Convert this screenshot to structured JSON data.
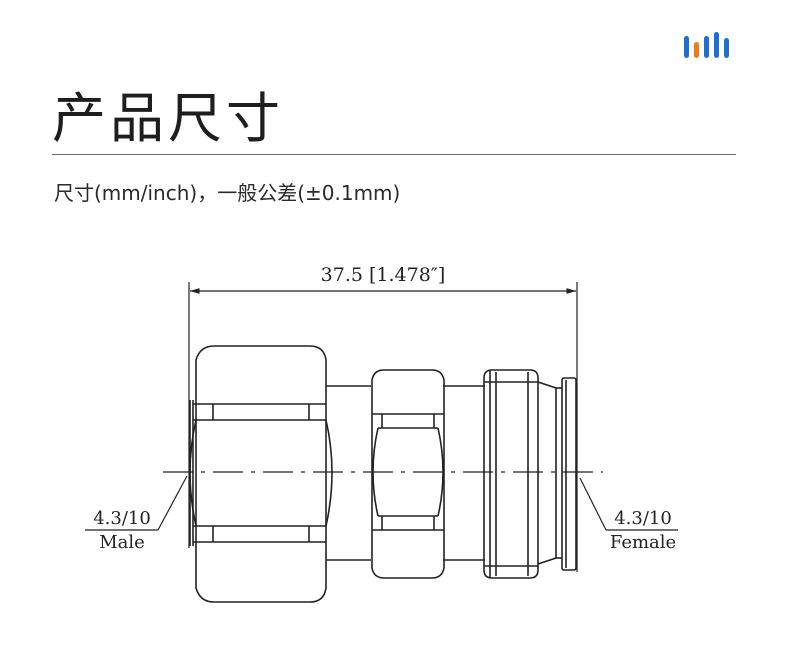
{
  "header": {
    "title": "产品尺寸",
    "subtitle": "尺寸(mm/inch)，一般公差(±0.1mm)",
    "logo_colors": [
      "#1f6fd1",
      "#f07a1a",
      "#1f6fd1",
      "#1f6fd1"
    ]
  },
  "diagram": {
    "dimension_label": "37.5 [1.478″]",
    "left_callout": {
      "type": "4.3/10",
      "gender": "Male"
    },
    "right_callout": {
      "type": "4.3/10",
      "gender": "Female"
    }
  }
}
